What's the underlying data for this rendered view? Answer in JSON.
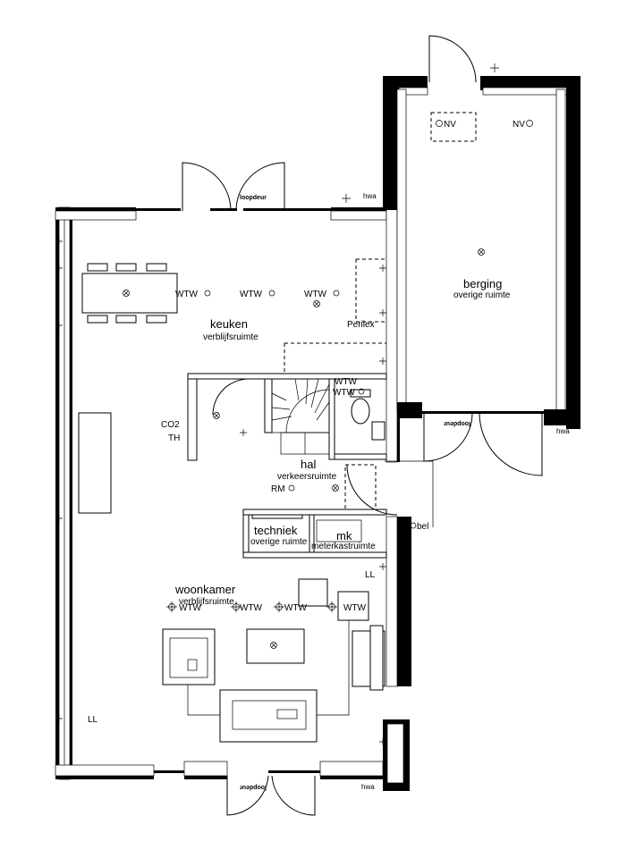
{
  "rooms": {
    "keuken": {
      "name": "keuken",
      "sub": "verblijfsruimte"
    },
    "berging": {
      "name": "berging",
      "sub": "overige ruimte"
    },
    "hal": {
      "name": "hal",
      "sub": "verkeersruimte"
    },
    "techniek": {
      "name": "techniek",
      "sub": "overige ruimte"
    },
    "mk": {
      "name": "mk",
      "sub": "meterkastruimte"
    },
    "woonkamer": {
      "name": "woonkamer",
      "sub": "verblijfsruimte"
    }
  },
  "symbols": {
    "wtw": "WTW",
    "nv": "NV",
    "perilex": "Perilex",
    "co2": "CO2",
    "th": "TH",
    "rm": "RM",
    "ll": "LL",
    "bel": "bel",
    "hwa": "hwa",
    "loopdeur": "loopdeur"
  }
}
